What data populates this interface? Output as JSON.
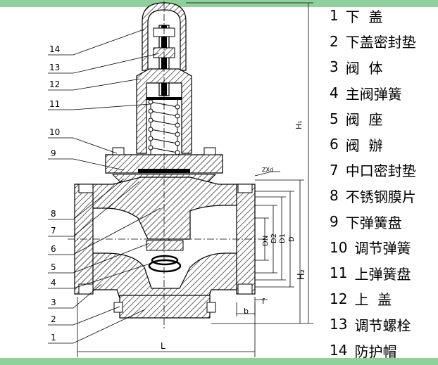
{
  "legend": [
    {
      "num": "1",
      "text": "下  盖"
    },
    {
      "num": "2",
      "text": "下盖密封垫"
    },
    {
      "num": "3",
      "text": "阀  体"
    },
    {
      "num": "4",
      "text": "主阀弹簧"
    },
    {
      "num": "5",
      "text": "阀  座"
    },
    {
      "num": "6",
      "text": "阀  辦"
    },
    {
      "num": "7",
      "text": "中口密封垫"
    },
    {
      "num": "8",
      "text": "不锈钢膜片"
    },
    {
      "num": "9",
      "text": "下弹簧盘"
    },
    {
      "num": "10",
      "text": "调节弹簧"
    },
    {
      "num": "11",
      "text": "上弹簧盘"
    },
    {
      "num": "12",
      "text": "上  盖"
    },
    {
      "num": "13",
      "text": "调节螺栓"
    },
    {
      "num": "14",
      "text": "防护帽"
    }
  ],
  "callouts": [
    "14",
    "13",
    "12",
    "11",
    "10",
    "9",
    "8",
    "7",
    "6",
    "5",
    "4",
    "3",
    "2",
    "1"
  ],
  "dimensions": {
    "h1": "H₁",
    "h2": "H₂",
    "dn": "DN",
    "d2": "D2",
    "d1": "D1",
    "d": "D",
    "zxd": "ZXd",
    "f": "f",
    "b": "b",
    "l": "L"
  },
  "colors": {
    "band": "#8fd19a",
    "hatch": "#000000"
  }
}
